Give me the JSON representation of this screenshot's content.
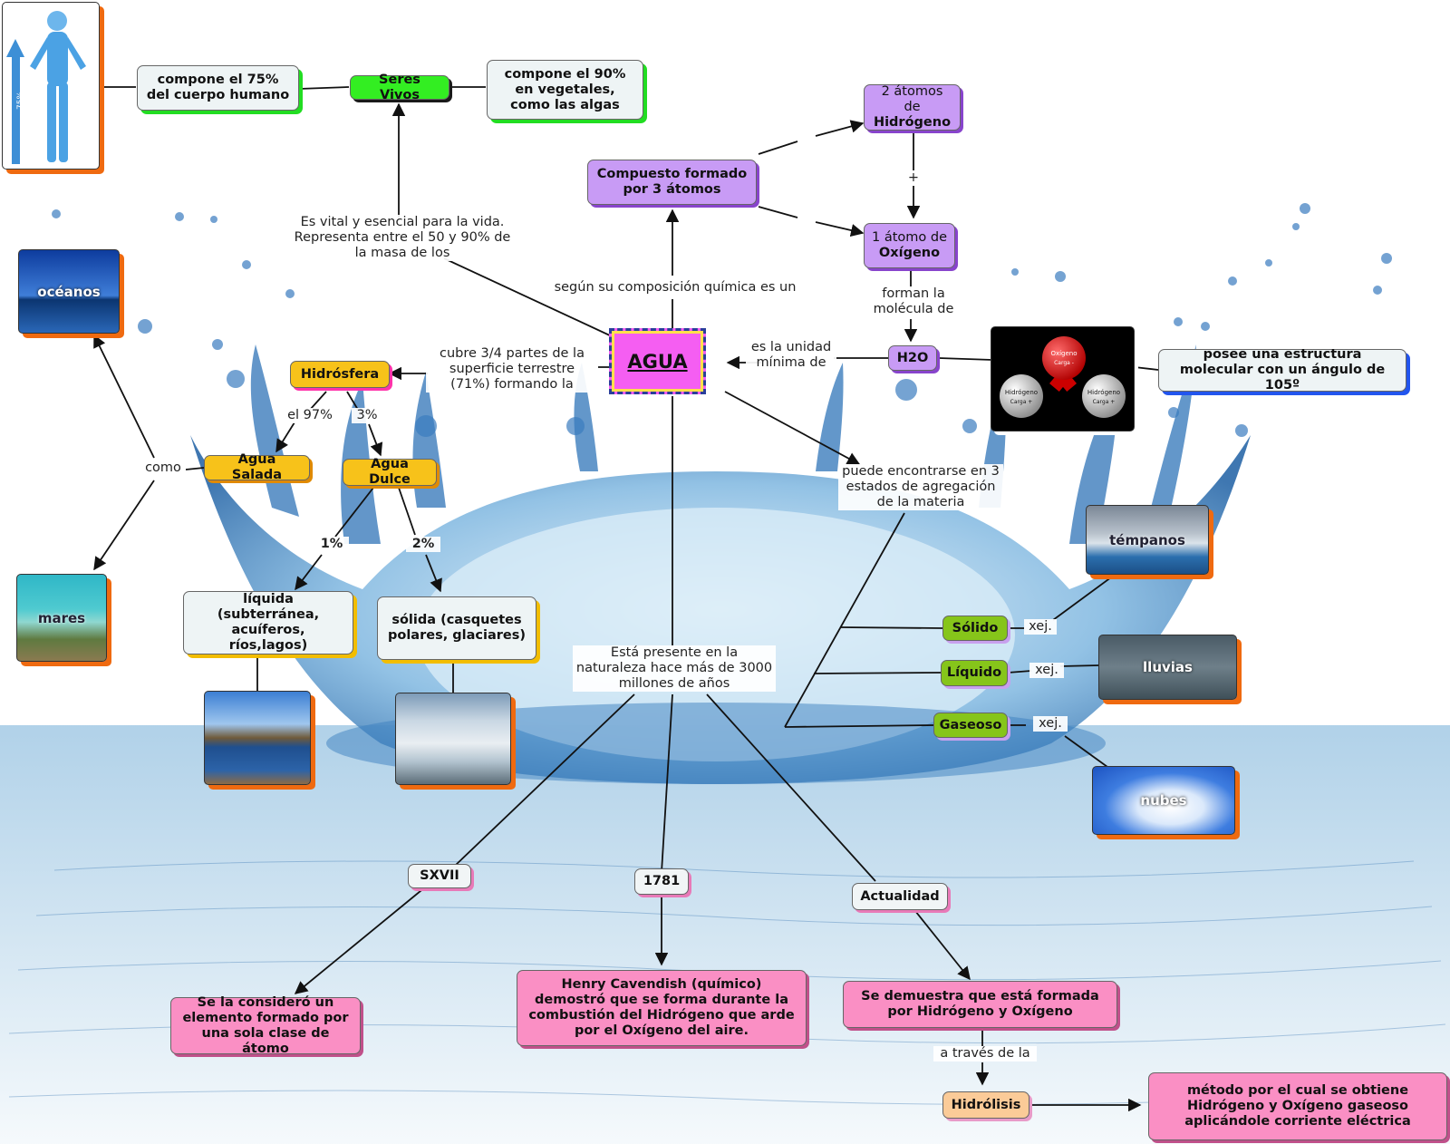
{
  "center": "AGUA",
  "nodes": {
    "cuerpo": "compone el 75% del cuerpo humano",
    "seres_vivos": "Seres Vivos",
    "vegetales": "compone el 90% en vegetales, como las algas",
    "compuesto": "Compuesto formado por 3 átomos",
    "hidrogeno_line1": "2 átomos de",
    "hidrogeno_line2": "Hidrógeno",
    "oxigeno_line1": "1 átomo de",
    "oxigeno_line2": "Oxígeno",
    "h2o": "H2O",
    "estructura": "posee una estructura molecular con un ángulo de 105º",
    "hidrosfera": "Hidrósfera",
    "agua_salada": "Agua Salada",
    "agua_dulce": "Agua Dulce",
    "liquida": "líquida (subterránea, acuíferos, ríos,lagos)",
    "solida": "sólida (casquetes polares, glaciares)",
    "solido": "Sólido",
    "liquido": "Líquido",
    "gaseoso": "Gaseoso",
    "sxvii": "SXVII",
    "y1781": "1781",
    "actualidad": "Actualidad",
    "elemento": "Se la consideró un elemento formado por una sola clase de átomo",
    "cavendish": "Henry Cavendish (químico) demostró que se forma durante la combustión del Hidrógeno que arde por el Oxígeno del aire.",
    "demuestra": "Se demuestra que está formada por Hidrógeno y Oxígeno",
    "hidrolisis": "Hidrólisis",
    "metodo": "método por el cual se obtiene Hidrógeno y Oxígeno gaseoso aplicándole corriente eléctrica"
  },
  "labels": {
    "vital": "Es vital y esencial para la vida. Representa entre el 50 y 90% de la masa de los",
    "composicion": "según su composición química es un",
    "plus": "+",
    "forman": "forman la molécula de",
    "unidad": "es la unidad mínima de",
    "cubre": "cubre 3/4 partes de la superficie terrestre (71%) formando la",
    "p97": "el 97%",
    "p3": "3%",
    "como": "como",
    "p1": "1%",
    "p2": "2%",
    "estados": "puede encontrarse en 3 estados de agregación de la materia",
    "presente": "Está presente en la naturaleza hace más de 3000 millones de años",
    "xej1": "xej.",
    "xej2": "xej.",
    "xej3": "xej.",
    "traves": "a través de la"
  },
  "images": {
    "oceanos": "océanos",
    "mares": "mares",
    "tempanos": "témpanos",
    "lluvias": "lluvias",
    "nubes": "nubes",
    "molecule_o": "Oxígeno",
    "molecule_o_charge": "Carga -",
    "molecule_h1": "Hidrógeno",
    "molecule_h1_charge": "Carga +",
    "molecule_h2": "Hidrógeno",
    "molecule_h2_charge": "Carga +",
    "body_pct": "75%"
  },
  "colors": {
    "purple": "#c89bf5",
    "gold": "#f7c21a",
    "green": "#86c51a",
    "pink": "#fa8fc4",
    "lime": "#33ee22",
    "center_fill": "#f55ef2",
    "image_shadow": "#ef6a10"
  }
}
